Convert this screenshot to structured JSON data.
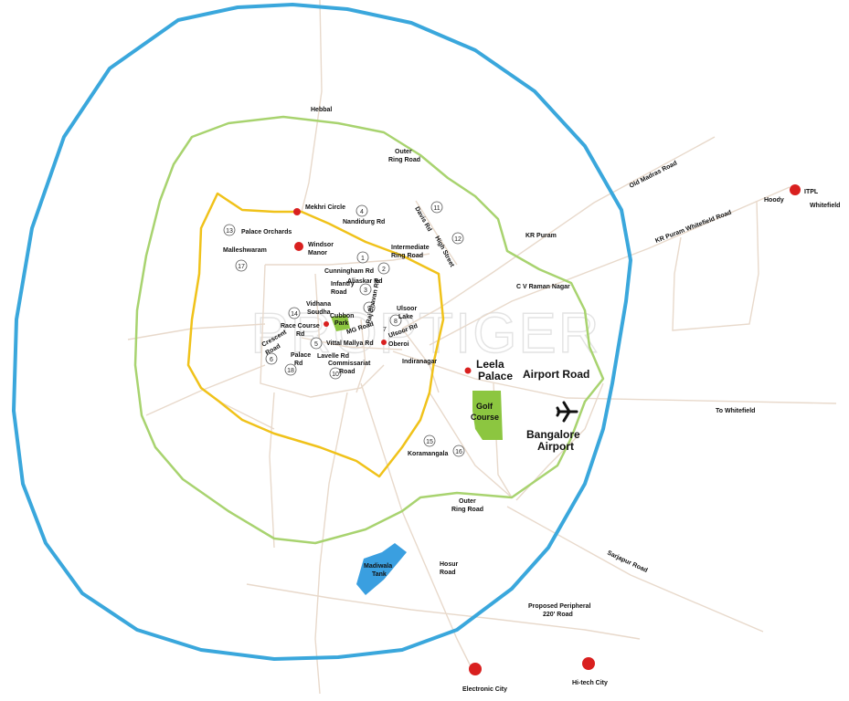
{
  "map": {
    "watermark": "PROPTIGER",
    "colors": {
      "peripheral_ring": "#3aa7dc",
      "outer_ring": "#a8d36f",
      "inner_ring": "#f0c21a",
      "roads": "#e8d9cb",
      "landmark_dot": "#d9201f",
      "golf_course": "#8cc640",
      "lake": "#3a9fe0"
    },
    "labels": {
      "hebbal": "Hebbal",
      "outer_ring_road_n_1": "Outer",
      "outer_ring_road_n_2": "Ring Road",
      "old_madras_road": "Old Madras Road",
      "itpl": "ITPL",
      "hoody": "Hoody",
      "whitefield": "Whitefield",
      "kr_puram_whitefield_road": "KR Puram  Whitefield Road",
      "kr_puram": "KR Puram",
      "cv_raman_nagar": "C V Raman Nagar",
      "mekhri_circle": "Mekhri Circle",
      "nandidurg_rd": "Nandidurg Rd",
      "dairy_rd": "Davis Rd",
      "high_street": "High Street",
      "intermediate_ring_road_1": "Intermediate",
      "intermediate_ring_road_2": "Ring Road",
      "palace_orchards": "Palace Orchards",
      "malleshwaram": "Malleshwaram",
      "windsor_manor_1": "Windsor",
      "windsor_manor_2": "Manor",
      "cunningham_rd": "Cunningham Rd",
      "aliaskar_rd": "Aliaskar Rd",
      "infantry_road_1": "Infantry",
      "infantry_road_2": "Road",
      "vidhana_soudha_1": "Vidhana",
      "vidhana_soudha_2": "Soudha",
      "raj_bhavan_rd": "Raj Bhavan Rd",
      "ulsoor_lake_1": "Ulsoor",
      "ulsoor_lake_2": "Lake",
      "race_course_rd_1": "Race Course",
      "race_course_rd_2": "Rd",
      "cubbon_park_1": "Cubbon",
      "cubbon_park_2": "Park",
      "mg_road": "MG Road",
      "ulsoor_rd": "Ulsoor Rd",
      "crescent_road_1": "Crescent",
      "crescent_road_2": "Road",
      "vittal_mallya_rd": "Vittal Mallya Rd",
      "oberoi": "Oberoi",
      "palace_rd_1": "Palace",
      "palace_rd_2": "Rd",
      "lavelle_rd": "Lavelle Rd",
      "commissariat_road_1": "Commissariat",
      "commissariat_road_2": "Road",
      "indiranagar": "Indiranagar",
      "leela_palace_1": "Leela",
      "leela_palace_2": "Palace",
      "airport_road": "Airport Road",
      "to_whitefield": "To Whitefield",
      "golf_course_1": "Golf",
      "golf_course_2": "Course",
      "bangalore_airport_1": "Bangalore",
      "bangalore_airport_2": "Airport",
      "koramangala": "Koramangala",
      "outer_ring_road_s_1": "Outer",
      "outer_ring_road_s_2": "Ring Road",
      "sarjapur_road": "Sarjapur Road",
      "madiwala_tank_1": "Madiwala",
      "madiwala_tank_2": "Tank",
      "hosur_road_1": "Hosur",
      "hosur_road_2": "Road",
      "proposed_peripheral_1": "Proposed Peripheral",
      "proposed_peripheral_2": "220' Road",
      "electronic_city": "Electronic City",
      "hitech_city": "Hi-tech City"
    },
    "markers": {
      "m1": "1",
      "m2": "2",
      "m3": "3",
      "m4": "4",
      "m5": "5",
      "m6": "6",
      "m7": "7",
      "m8": "8",
      "m9": "9",
      "m10": "10",
      "m11": "11",
      "m12": "12",
      "m13": "13",
      "m14": "14",
      "m15": "15",
      "m16": "16",
      "m17": "17",
      "m18": "18"
    },
    "icons": {
      "airport": "airplane-icon",
      "landmark": "red-dot-icon"
    }
  }
}
